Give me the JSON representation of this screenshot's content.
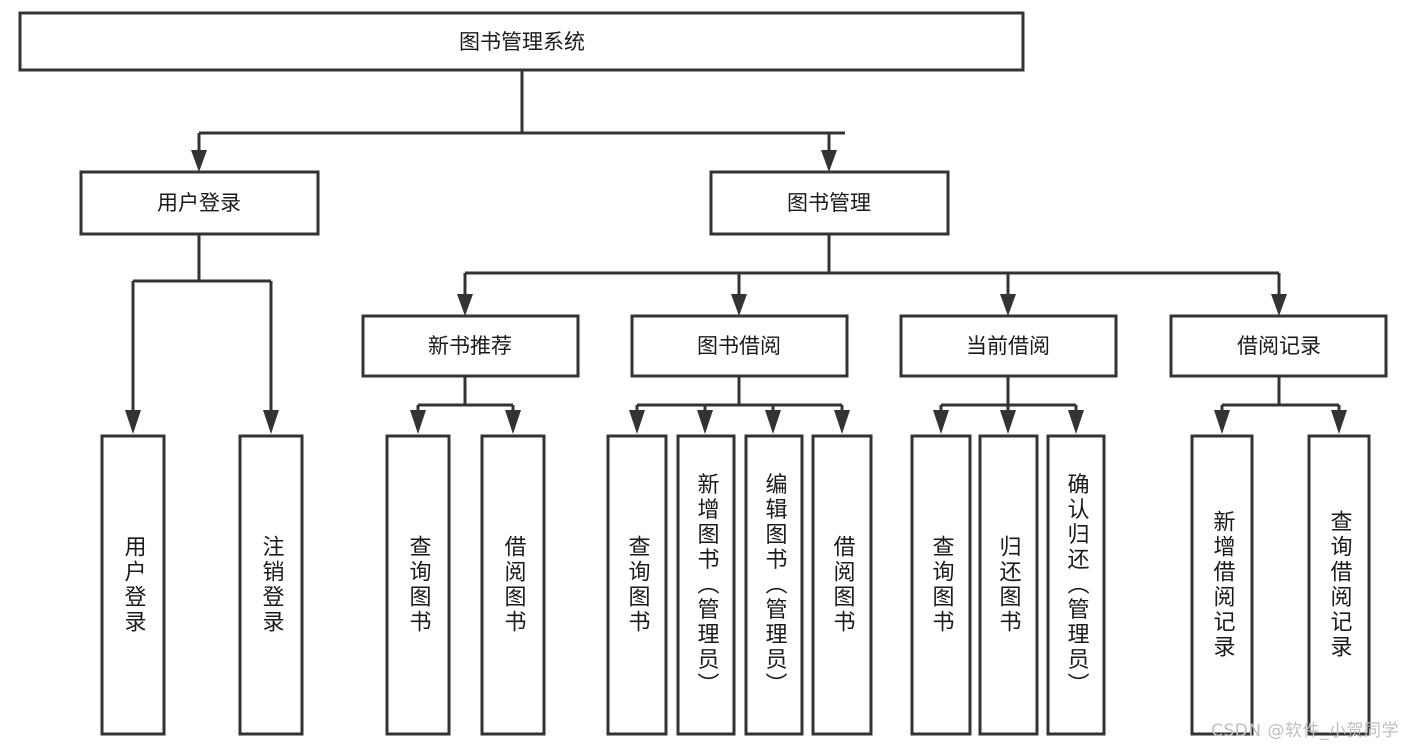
{
  "diagram": {
    "type": "tree-hierarchy",
    "title": "图书管理系统",
    "orientation": "top-down",
    "watermark": "CSDN @软件_小贺同学",
    "colors": {
      "box_stroke": "#333333",
      "box_fill": "#ffffff",
      "text": "#1a1a1a",
      "background": "#ffffff",
      "watermark": "#bfbfbf"
    },
    "root": {
      "label": "图书管理系统"
    },
    "level2": [
      {
        "label": "用户登录"
      },
      {
        "label": "图书管理"
      }
    ],
    "level3": [
      {
        "label": "新书推荐"
      },
      {
        "label": "图书借阅"
      },
      {
        "label": "当前借阅"
      },
      {
        "label": "借阅记录"
      }
    ],
    "leaves": {
      "user_login": [
        {
          "label": "用户登录"
        },
        {
          "label": "注销登录"
        }
      ],
      "new_book_recommend": [
        {
          "label": "查询图书"
        },
        {
          "label": "借阅图书"
        }
      ],
      "book_borrow": [
        {
          "label": "查询图书"
        },
        {
          "label": "新增图书（管理员）"
        },
        {
          "label": "编辑图书（管理员）"
        },
        {
          "label": "借阅图书"
        }
      ],
      "current_borrow": [
        {
          "label": "查询图书"
        },
        {
          "label": "归还图书"
        },
        {
          "label": "确认归还（管理员）"
        }
      ],
      "borrow_records": [
        {
          "label": "新增借阅记录"
        },
        {
          "label": "查询借阅记录"
        }
      ]
    }
  }
}
